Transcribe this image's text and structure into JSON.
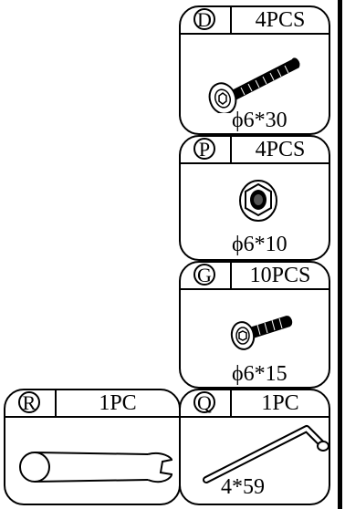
{
  "parts": [
    {
      "letter": "D",
      "quantity": "4PCS",
      "size": "ϕ6*30",
      "icon": "long-bolt-icon"
    },
    {
      "letter": "P",
      "quantity": "4PCS",
      "size": "ϕ6*10",
      "icon": "flange-nut-icon"
    },
    {
      "letter": "G",
      "quantity": "10PCS",
      "size": "ϕ6*15",
      "icon": "short-bolt-icon"
    },
    {
      "letter": "R",
      "quantity": "1PC",
      "size": "",
      "icon": "open-end-wrench-icon"
    },
    {
      "letter": "Q",
      "quantity": "1PC",
      "size": "4*59",
      "icon": "allen-key-icon"
    }
  ]
}
